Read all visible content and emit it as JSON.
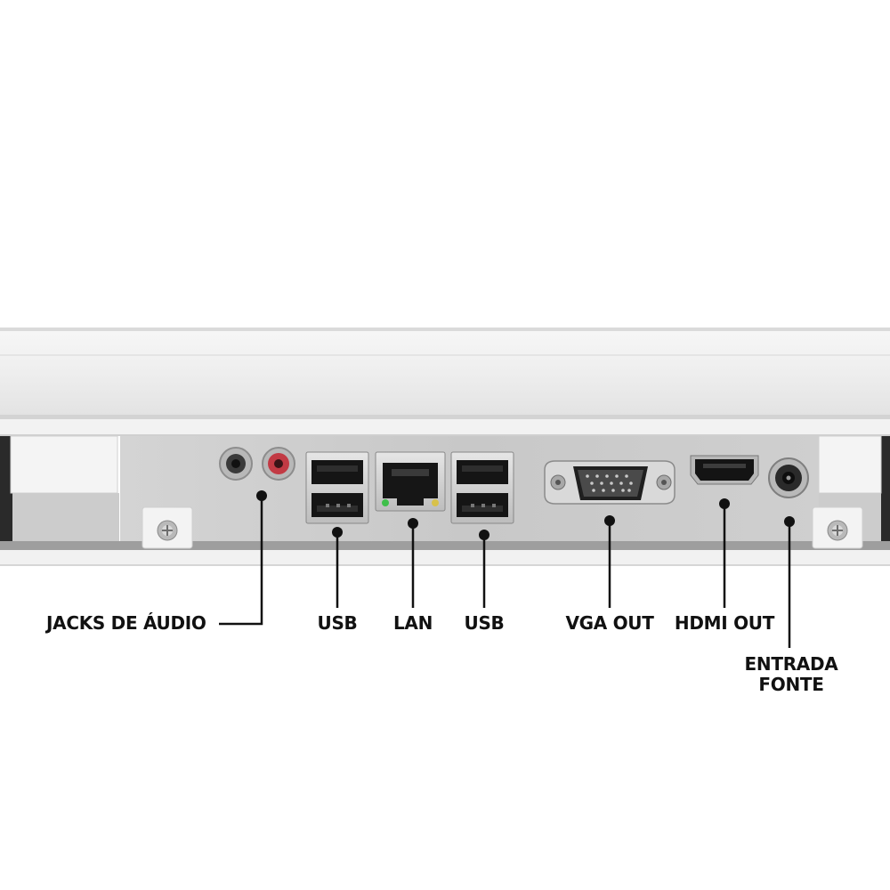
{
  "colors": {
    "background": "#ffffff",
    "chassis": "#ebebeb",
    "panel": "#c9c9c9",
    "port_black": "#1a1a1a",
    "audio_red": "#c23a44",
    "callout_line": "#111111"
  },
  "ports": [
    {
      "id": "audio",
      "label": "JACKS DE ÁUDIO",
      "icon": "audio-jack-icon"
    },
    {
      "id": "usb1",
      "label": "USB",
      "icon": "usb-port-icon"
    },
    {
      "id": "lan",
      "label": "LAN",
      "icon": "ethernet-port-icon"
    },
    {
      "id": "usb2",
      "label": "USB",
      "icon": "usb-port-icon"
    },
    {
      "id": "vga",
      "label": "VGA OUT",
      "icon": "vga-port-icon"
    },
    {
      "id": "hdmi",
      "label": "HDMI OUT",
      "icon": "hdmi-port-icon"
    },
    {
      "id": "power",
      "label_line1": "ENTRADA",
      "label_line2": "FONTE",
      "icon": "dc-power-jack-icon"
    }
  ]
}
